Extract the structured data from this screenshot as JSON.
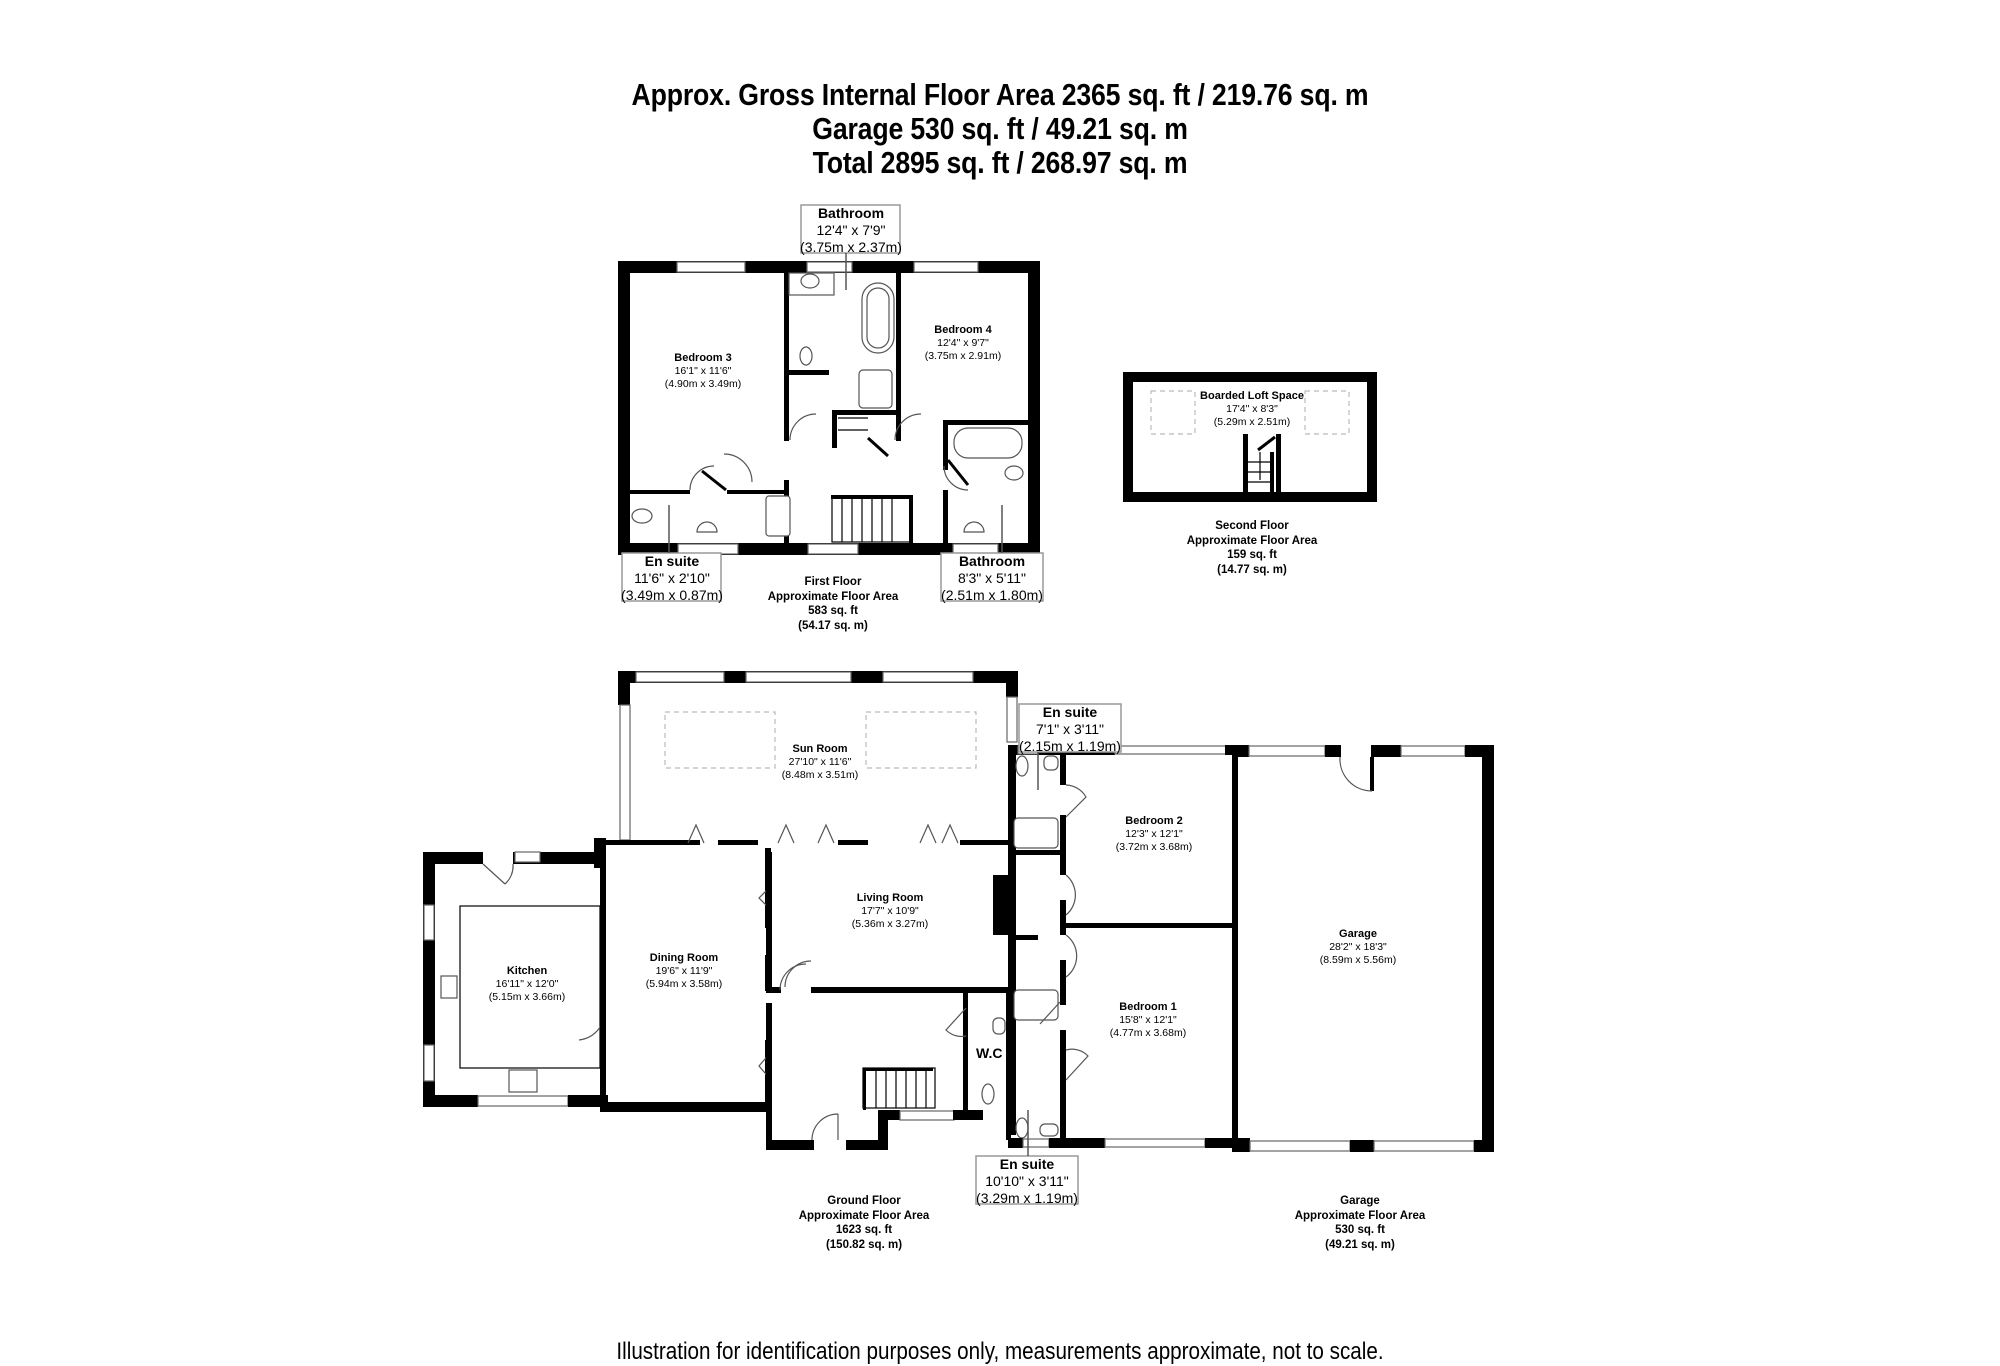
{
  "header": {
    "line1": "Approx. Gross Internal Floor Area 2365 sq. ft / 219.76 sq. m",
    "line2": "Garage 530 sq. ft / 49.21 sq. m",
    "line3": "Total 2895 sq. ft / 268.97 sq. m"
  },
  "first_floor": {
    "area": {
      "title": "First Floor",
      "subtitle": "Approximate Floor Area",
      "sqft": "583 sq. ft",
      "sqm": "(54.17 sq. m)"
    },
    "rooms": {
      "bathroom_main": {
        "name": "Bathroom",
        "imperial": "12'4\" x 7'9\"",
        "metric": "(3.75m x 2.37m)"
      },
      "bedroom3": {
        "name": "Bedroom 3",
        "imperial": "16'1\" x 11'6\"",
        "metric": "(4.90m x 3.49m)"
      },
      "bedroom4": {
        "name": "Bedroom 4",
        "imperial": "12'4\" x 9'7\"",
        "metric": "(3.75m x 2.91m)"
      },
      "ensuite": {
        "name": "En suite",
        "imperial": "11'6\" x 2'10\"",
        "metric": "(3.49m x 0.87m)"
      },
      "bathroom2": {
        "name": "Bathroom",
        "imperial": "8'3\" x 5'11\"",
        "metric": "(2.51m x 1.80m)"
      }
    }
  },
  "second_floor": {
    "area": {
      "title": "Second Floor",
      "subtitle": "Approximate Floor Area",
      "sqft": "159 sq. ft",
      "sqm": "(14.77 sq. m)"
    },
    "rooms": {
      "loft": {
        "name": "Boarded Loft Space",
        "imperial": "17'4\" x 8'3\"",
        "metric": "(5.29m x 2.51m)"
      }
    }
  },
  "ground_floor": {
    "area": {
      "title": "Ground Floor",
      "subtitle": "Approximate Floor Area",
      "sqft": "1623 sq. ft",
      "sqm": "(150.82 sq. m)"
    },
    "rooms": {
      "sun_room": {
        "name": "Sun Room",
        "imperial": "27'10\" x 11'6\"",
        "metric": "(8.48m x 3.51m)"
      },
      "ensuite_top": {
        "name": "En suite",
        "imperial": "7'1\" x 3'11\"",
        "metric": "(2.15m x 1.19m)"
      },
      "bedroom2": {
        "name": "Bedroom 2",
        "imperial": "12'3\" x 12'1\"",
        "metric": "(3.72m x 3.68m)"
      },
      "living_room": {
        "name": "Living Room",
        "imperial": "17'7\" x 10'9\"",
        "metric": "(5.36m x 3.27m)"
      },
      "kitchen": {
        "name": "Kitchen",
        "imperial": "16'11\" x 12'0\"",
        "metric": "(5.15m x 3.66m)"
      },
      "dining_room": {
        "name": "Dining Room",
        "imperial": "19'6\" x 11'9\"",
        "metric": "(5.94m x 3.58m)"
      },
      "bedroom1": {
        "name": "Bedroom 1",
        "imperial": "15'8\" x 12'1\"",
        "metric": "(4.77m x 3.68m)"
      },
      "wc": {
        "name": "W.C"
      },
      "ensuite_bottom": {
        "name": "En suite",
        "imperial": "10'10\" x 3'11\"",
        "metric": "(3.29m x 1.19m)"
      }
    }
  },
  "garage": {
    "area": {
      "title": "Garage",
      "subtitle": "Approximate Floor Area",
      "sqft": "530 sq. ft",
      "sqm": "(49.21 sq. m)"
    },
    "rooms": {
      "garage": {
        "name": "Garage",
        "imperial": "28'2\" x 18'3\"",
        "metric": "(8.59m x 5.56m)"
      }
    }
  },
  "footer": {
    "disclaimer": "Illustration for identification purposes only, measurements approximate, not to scale."
  }
}
